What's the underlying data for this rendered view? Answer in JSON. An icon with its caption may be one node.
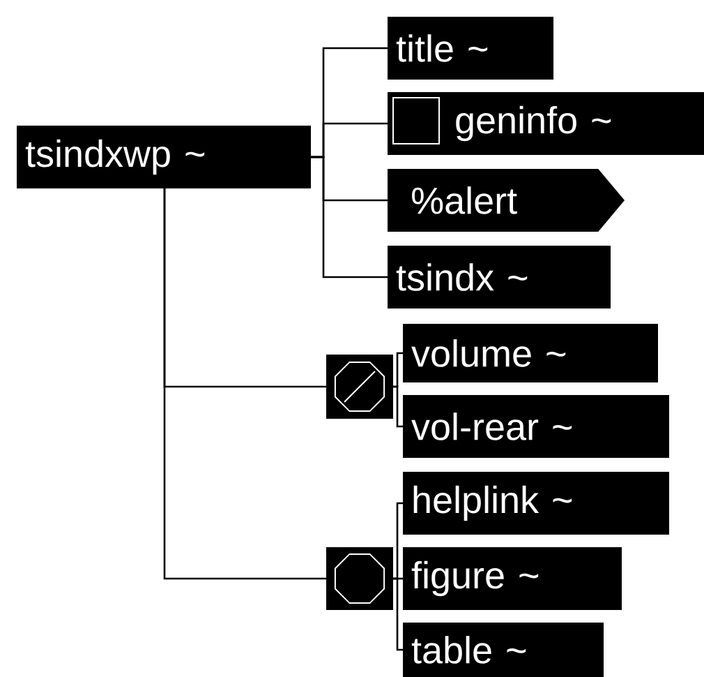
{
  "diagram": {
    "nodes": [
      {
        "text": [
          "tsindxwp ~"
        ]
      },
      {
        "text": [
          "title ~"
        ]
      },
      {
        "text": [
          "geninfo ~"
        ]
      },
      {
        "text": [
          "%alert"
        ]
      },
      {
        "text": [
          "tsindx ~"
        ]
      },
      {
        "text": [],
        "shape": "box"
      },
      {
        "text": [
          "volume ~"
        ]
      },
      {
        "text": [
          "vol-rear ~"
        ]
      },
      {
        "text": [],
        "shape": "box"
      },
      {
        "text": [
          "helplink ~"
        ]
      },
      {
        "text": [
          "figure ~"
        ]
      },
      {
        "text": [
          "table ~"
        ]
      }
    ],
    "edges": [
      {
        "from": 0,
        "to": 1,
        "arrow": "none"
      },
      {
        "from": 0,
        "to": 2,
        "arrow": "none"
      },
      {
        "from": 0,
        "to": 3,
        "arrow": "none"
      },
      {
        "from": 0,
        "to": 4,
        "arrow": "none"
      },
      {
        "from": 0,
        "to": 5,
        "arrow": "none"
      },
      {
        "from": 0,
        "to": 8,
        "arrow": "none"
      },
      {
        "from": 5,
        "to": 6,
        "arrow": "none"
      },
      {
        "from": 5,
        "to": 7,
        "arrow": "none"
      },
      {
        "from": 8,
        "to": 9,
        "arrow": "none"
      },
      {
        "from": 8,
        "to": 10,
        "arrow": "none"
      },
      {
        "from": 8,
        "to": 11,
        "arrow": "none"
      }
    ]
  }
}
